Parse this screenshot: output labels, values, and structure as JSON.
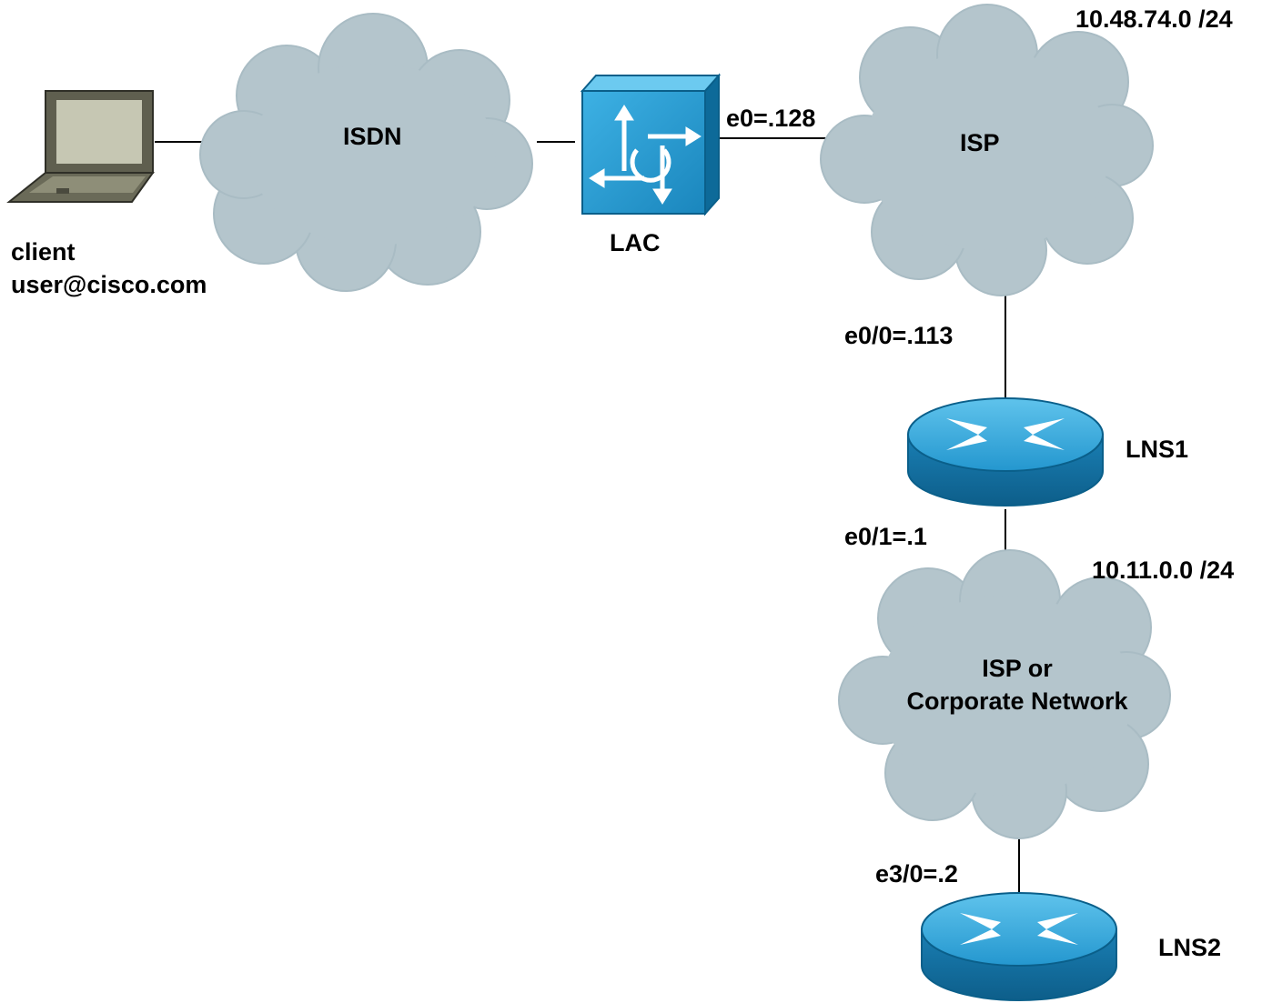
{
  "colors": {
    "cloud_fill": "#b4c5cc",
    "cloud_stroke": "#a9bcc4",
    "device_blue": "#2a9fd6",
    "device_dark": "#0a5f8a",
    "line": "#000000",
    "laptop_body": "#5f5f4f",
    "laptop_screen": "#c6c7b3"
  },
  "nodes": {
    "client": {
      "label_line1": "client",
      "label_line2": "user@cisco.com",
      "icon": "laptop-icon"
    },
    "isdn": {
      "label": "ISDN",
      "icon": "cloud-icon"
    },
    "lac": {
      "label": "LAC",
      "icon": "atm-switch-icon"
    },
    "isp": {
      "label": "ISP",
      "icon": "cloud-icon"
    },
    "lns1": {
      "label": "LNS1",
      "icon": "router-icon"
    },
    "corp": {
      "label_line1": "ISP or",
      "label_line2": "Corporate Network",
      "icon": "cloud-icon"
    },
    "lns2": {
      "label": "LNS2",
      "icon": "router-icon"
    }
  },
  "interfaces": {
    "lac_e0": "e0=.128",
    "lns1_e00": "e0/0=.113",
    "lns1_e01": "e0/1=.1",
    "lns2_e30": "e3/0=.2"
  },
  "subnets": {
    "isp": "10.48.74.0 /24",
    "corp": "10.11.0.0 /24"
  }
}
